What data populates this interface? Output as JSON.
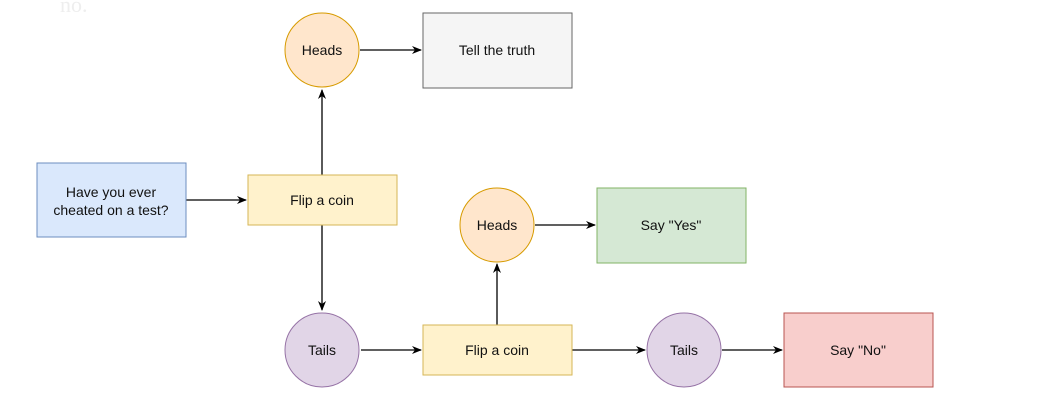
{
  "background_text": "no.",
  "colors": {
    "question_fill": "#dae8fc",
    "question_stroke": "#6c8ebf",
    "coin_fill": "#fff2cc",
    "coin_stroke": "#d6b656",
    "heads_fill": "#ffe6cc",
    "heads_stroke": "#d79b00",
    "tails_fill": "#e1d5e7",
    "tails_stroke": "#9673a6",
    "truth_fill": "#f5f5f5",
    "truth_stroke": "#666666",
    "yes_fill": "#d5e8d4",
    "yes_stroke": "#82b366",
    "no_fill": "#f8cecc",
    "no_stroke": "#b85450",
    "arrow": "#000000"
  },
  "nodes": {
    "question_line1": "Have you ever",
    "question_line2": "cheated on a test?",
    "flip1": "Flip a coin",
    "heads1": "Heads",
    "truth": "Tell the truth",
    "tails1": "Tails",
    "flip2": "Flip a coin",
    "heads2": "Heads",
    "yes": "Say \"Yes\"",
    "tails2": "Tails",
    "no": "Say \"No\""
  }
}
